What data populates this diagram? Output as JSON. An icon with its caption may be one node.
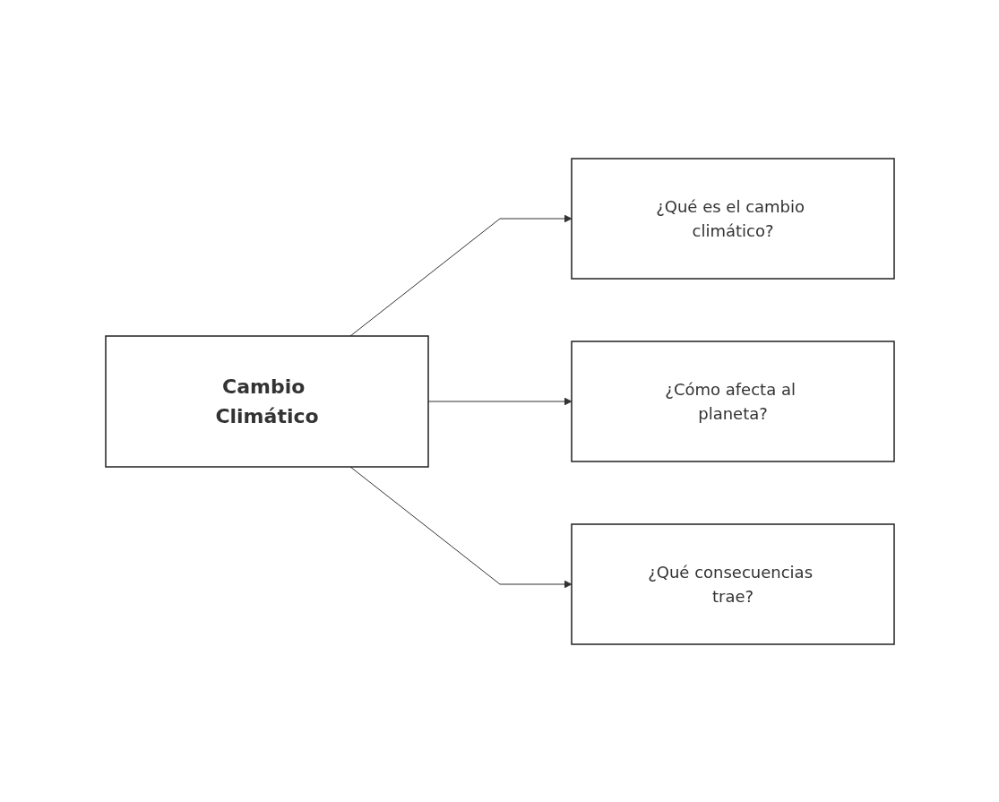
{
  "diagram": {
    "nodes": [
      {
        "text": [
          "Cambio Climático"
        ]
      },
      {
        "text": [
          "¿Qué es el cambio climático?"
        ]
      },
      {
        "text": [
          "¿Cómo afecta al planeta?"
        ]
      },
      {
        "text": [
          "¿Qué consecuencias trae?"
        ]
      }
    ],
    "edges": [
      {
        "from": 0,
        "to": 1,
        "arrow": "to"
      },
      {
        "from": 0,
        "to": 2,
        "arrow": "to"
      },
      {
        "from": 0,
        "to": 3,
        "arrow": "to"
      }
    ]
  }
}
